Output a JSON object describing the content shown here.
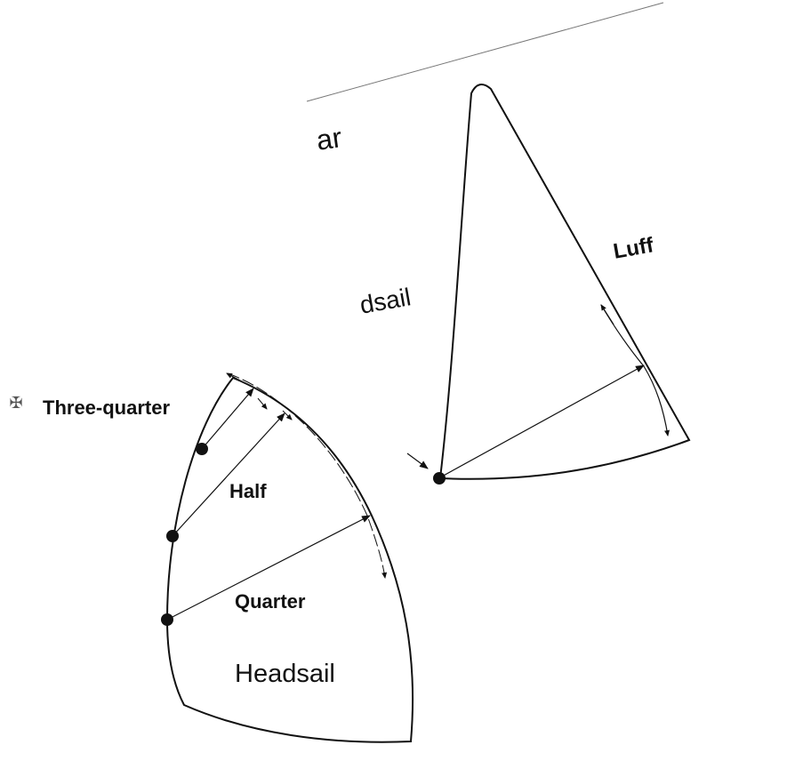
{
  "labels": {
    "frag_ar": "ar",
    "frag_dsail": "dsail",
    "luff": "Luff",
    "three_quarter": "Three-quarter",
    "half": "Half",
    "quarter": "Quarter",
    "headsail": "Headsail"
  },
  "icons": {
    "crosshair": "crosshair-icon"
  },
  "colors": {
    "line": "#111111",
    "guide": "#777777"
  }
}
